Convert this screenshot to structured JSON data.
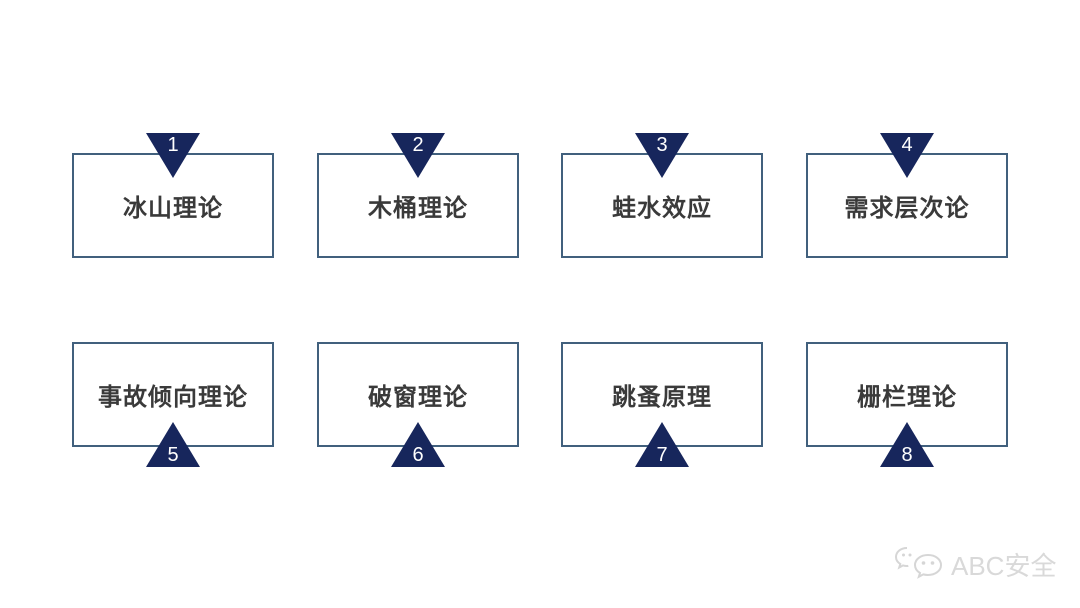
{
  "theories": [
    {
      "number": "1",
      "label": "冰山理论"
    },
    {
      "number": "2",
      "label": "木桶理论"
    },
    {
      "number": "3",
      "label": "蛙水效应"
    },
    {
      "number": "4",
      "label": "需求层次论"
    },
    {
      "number": "5",
      "label": "事故倾向理论"
    },
    {
      "number": "6",
      "label": "破窗理论"
    },
    {
      "number": "7",
      "label": "跳蚤原理"
    },
    {
      "number": "8",
      "label": "栅栏理论"
    }
  ],
  "watermark": {
    "label": "ABC安全",
    "icon": "wechat-icon"
  },
  "colors": {
    "triangle_fill": "#17265c",
    "box_border": "#41607d",
    "box_text": "#3a3a3a",
    "number_text": "#ffffff",
    "watermark_text": "#d9d9d9",
    "background": "#ffffff"
  }
}
